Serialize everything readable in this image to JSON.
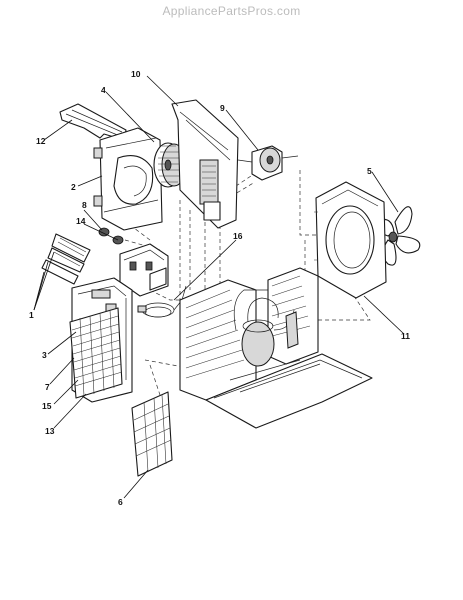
{
  "watermark": "AppliancePartsPros.com",
  "callouts": [
    {
      "id": "1",
      "text": "1"
    },
    {
      "id": "2",
      "text": "2"
    },
    {
      "id": "3",
      "text": "3"
    },
    {
      "id": "4",
      "text": "4"
    },
    {
      "id": "5",
      "text": "5"
    },
    {
      "id": "6",
      "text": "6"
    },
    {
      "id": "7",
      "text": "7"
    },
    {
      "id": "8",
      "text": "8"
    },
    {
      "id": "9",
      "text": "9"
    },
    {
      "id": "10",
      "text": "10"
    },
    {
      "id": "11",
      "text": "11"
    },
    {
      "id": "12",
      "text": "12"
    },
    {
      "id": "13",
      "text": "13"
    },
    {
      "id": "14",
      "text": "14"
    },
    {
      "id": "15",
      "text": "15"
    },
    {
      "id": "16",
      "text": "16"
    }
  ]
}
